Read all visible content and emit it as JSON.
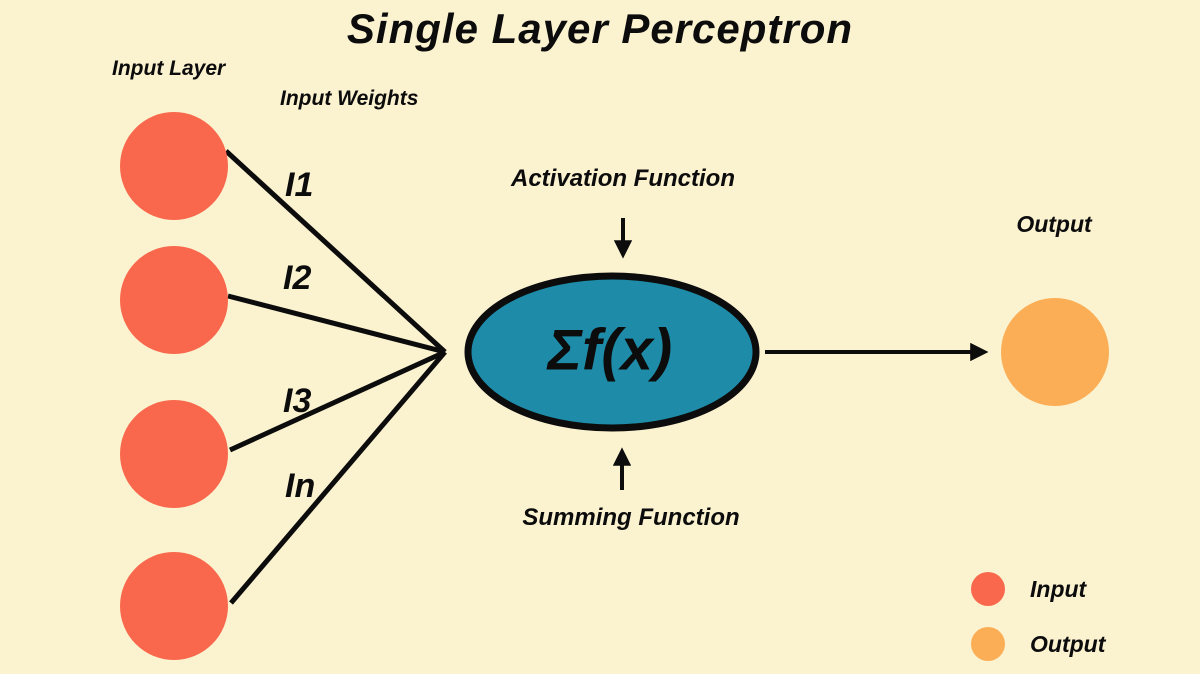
{
  "title": "Single Layer Perceptron",
  "labels": {
    "input_layer": "Input Layer",
    "input_weights": "Input Weights",
    "activation_function": "Activation Function",
    "summing_function": "Summing Function",
    "output": "Output"
  },
  "weights": [
    "I1",
    "I2",
    "I3",
    "In"
  ],
  "neuron": {
    "formula": "Σf(x)"
  },
  "legend": [
    {
      "label": "Input",
      "color": "#F9684C"
    },
    {
      "label": "Output",
      "color": "#FBAE55"
    }
  ],
  "colors": {
    "background": "#FBF2D0",
    "input_node": "#F9684C",
    "output_node": "#FBAE55",
    "neuron_fill": "#1E8CA8",
    "stroke": "#0C0C0C"
  }
}
